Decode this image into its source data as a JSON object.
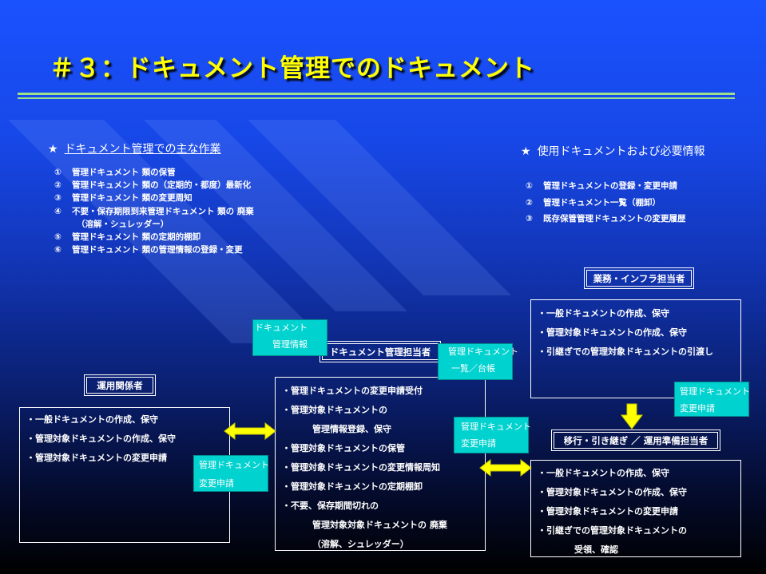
{
  "title": "＃３：ドキュメント管理でのドキュメント",
  "left_section": {
    "heading": "ドキュメント管理での主な作業",
    "items": [
      {
        "num": "①",
        "text": "管理ドキュメント 類の保管"
      },
      {
        "num": "②",
        "text": "管理ドキュメント 類の（定期的・都度）最新化"
      },
      {
        "num": "③",
        "text": "管理ドキュメント 類の変更周知"
      },
      {
        "num": "④",
        "text": "不要・保存期限到来管理ドキュメント 類の 廃棄"
      },
      {
        "num": "",
        "text": "（溶解・シュレッダー）"
      },
      {
        "num": "⑤",
        "text": "管理ドキュメント 類の定期的棚卸"
      },
      {
        "num": "⑥",
        "text": "管理ドキュメント 類の管理情報の登録・変更"
      }
    ]
  },
  "right_section": {
    "heading": "使用ドキュメントおよび必要情報",
    "items": [
      {
        "num": "①",
        "text": "管理ドキュメントの登録・変更申請"
      },
      {
        "num": "②",
        "text": "管理ドキュメント一覧（棚卸）"
      },
      {
        "num": "③",
        "text": "既存保管管理ドキュメントの変更履歴"
      }
    ]
  },
  "roles": {
    "user": "運用関係者",
    "doc_manager": "ドキュメント管理担当者",
    "infra": "業務・インフラ担当者",
    "migration": "移行・引き継ぎ ／ 運用準備担当者"
  },
  "boxes": {
    "user": [
      "・一般ドキュメントの作成、保守",
      "・管理対象ドキュメントの作成、保守",
      "・管理対象ドキュメントの変更申請"
    ],
    "manager": [
      "・管理ドキュメントの変更申請受付",
      "・管理対象ドキュメントの",
      "管理情報登録、保守",
      "・管理対象ドキュメントの保管",
      "・管理対象ドキュメントの変更情報周知",
      "・管理対象ドキュメントの定期棚卸",
      "・不要、保存期間切れの",
      "管理対象対象ドキュメントの 廃棄",
      "（溶解、シュレッダー）"
    ],
    "infra": [
      "・一般ドキュメントの作成、保守",
      "・管理対象ドキュメントの作成、保守",
      "・引継ぎでの管理対象ドキュメントの引渡し"
    ],
    "migration": [
      "・一般ドキュメントの作成、保守",
      "・管理対象ドキュメントの作成、保守",
      "・管理対象ドキュメントの変更申請",
      "・引継ぎでの管理対象ドキュメントの",
      "受領、確認"
    ]
  },
  "tags": {
    "doc_info": [
      "ドキュメント",
      "管理情報"
    ],
    "list": [
      "管理ドキュメント",
      "一覧／台帳"
    ],
    "req_center": [
      "管理ドキュメント",
      "変更申請"
    ],
    "req_left": [
      "管理ドキュメント",
      "変更申請"
    ],
    "req_right": [
      "管理ドキュメント",
      "変更申請"
    ]
  },
  "colors": {
    "title": "#ffff00",
    "arrow": "#ffff00",
    "tag_fill": "#00d2cf",
    "rule": "#9ee08a"
  }
}
